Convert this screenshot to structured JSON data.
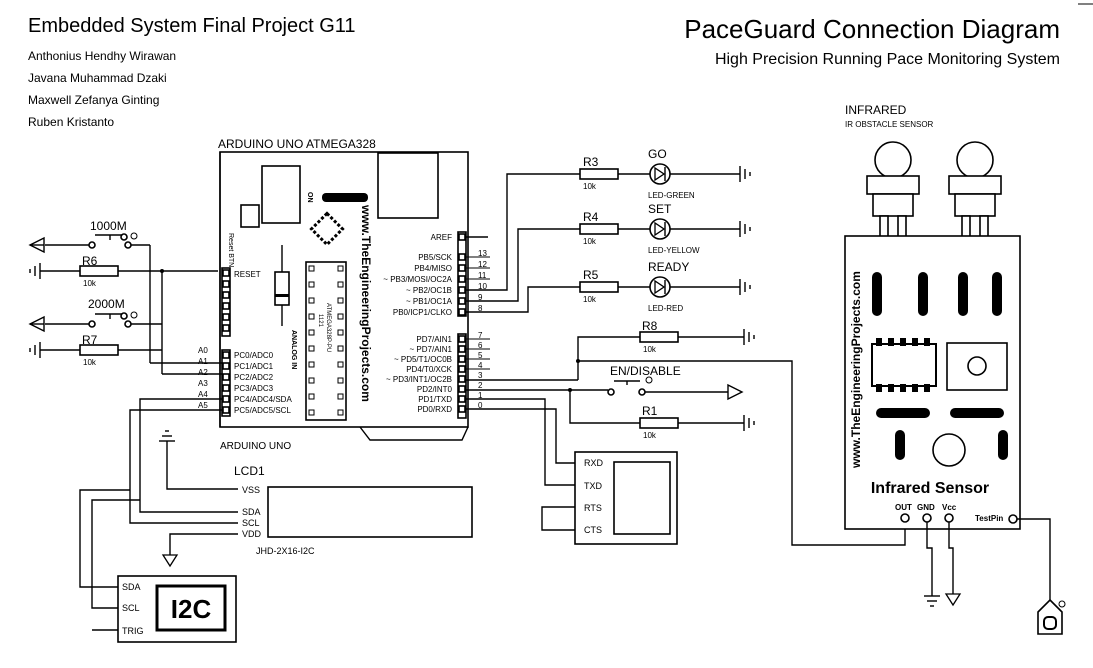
{
  "header": {
    "project_title": "Embedded System Final Project G11",
    "authors": [
      "Anthonius Hendhy Wirawan",
      "Javana Muhammad Dzaki",
      "Maxwell Zefanya Ginting",
      "Ruben Kristanto"
    ],
    "diagram_title": "PaceGuard Connection Diagram",
    "diagram_subtitle": "High Precision Running Pace Monitoring System"
  },
  "arduino": {
    "title": "ARDUINO UNO ATMEGA328",
    "bottom_label": "ARDUINO UNO",
    "watermark": "www.TheEngineeringProjects.com",
    "reset_btn": "Reset BTN",
    "on_label": "ON",
    "reset_pin": "RESET",
    "analog_in": "ANALOG IN",
    "chip_label": "ATMEGA328P-PU",
    "chip_num": "1121",
    "aref": "AREF",
    "analog_pins": [
      {
        "a": "A0",
        "name": "PC0/ADC0"
      },
      {
        "a": "A1",
        "name": "PC1/ADC1"
      },
      {
        "a": "A2",
        "name": "PC2/ADC2"
      },
      {
        "a": "A3",
        "name": "PC3/ADC3"
      },
      {
        "a": "A4",
        "name": "PC4/ADC4/SDA"
      },
      {
        "a": "A5",
        "name": "PC5/ADC5/SCL"
      }
    ],
    "digital_high": [
      {
        "num": "13",
        "name": "PB5/SCK"
      },
      {
        "num": "12",
        "name": "PB4/MISO"
      },
      {
        "num": "11",
        "name": "~ PB3/MOSI/OC2A"
      },
      {
        "num": "10",
        "name": "~ PB2/OC1B"
      },
      {
        "num": "9",
        "name": "~ PB1/OC1A"
      },
      {
        "num": "8",
        "name": "PB0/ICP1/CLKO"
      }
    ],
    "digital_low": [
      {
        "num": "7",
        "name": "PD7/AIN1"
      },
      {
        "num": "6",
        "name": "~ PD7/AIN1"
      },
      {
        "num": "5",
        "name": "~ PD5/T1/OC0B"
      },
      {
        "num": "4",
        "name": "PD4/T0/XCK"
      },
      {
        "num": "3",
        "name": "~ PD3/INT1/OC2B"
      },
      {
        "num": "2",
        "name": "PD2/INT0"
      },
      {
        "num": "1",
        "name": "PD1/TXD"
      },
      {
        "num": "0",
        "name": "PD0/RXD"
      }
    ]
  },
  "leds": [
    {
      "res": "R3",
      "res_val": "10k",
      "label": "GO",
      "type": "LED-GREEN"
    },
    {
      "res": "R4",
      "res_val": "10k",
      "label": "SET",
      "type": "LED-YELLOW"
    },
    {
      "res": "R5",
      "res_val": "10k",
      "label": "READY",
      "type": "LED-RED"
    }
  ],
  "left_parts": {
    "sw1_label": "1000M",
    "r6": "R6",
    "r6_val": "10k",
    "sw2_label": "2000M",
    "r7": "R7",
    "r7_val": "10k"
  },
  "right_parts": {
    "r8": "R8",
    "r8_val": "10k",
    "en_label": "EN/DISABLE",
    "r1": "R1",
    "r1_val": "10k"
  },
  "lcd": {
    "name": "LCD1",
    "model": "JHD-2X16-I2C",
    "pins": [
      "VSS",
      "SDA",
      "SCL",
      "VDD"
    ]
  },
  "i2c": {
    "label": "I2C",
    "pins": [
      "SDA",
      "SCL",
      "TRIG"
    ]
  },
  "serial": {
    "pins": [
      "RXD",
      "TXD",
      "RTS",
      "CTS"
    ]
  },
  "sensor": {
    "title": "INFRARED",
    "subtitle": "IR OBSTACLE SENSOR",
    "watermark": "www.TheEngineeringProjects.com",
    "name": "Infrared Sensor",
    "pins": [
      "OUT",
      "GND",
      "Vcc"
    ],
    "test_pin": "TestPin"
  }
}
